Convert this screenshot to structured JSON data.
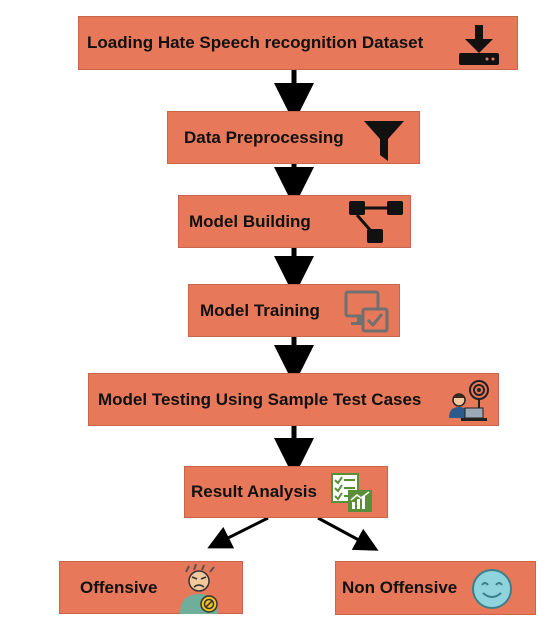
{
  "flowchart": {
    "steps": [
      {
        "label": "Loading Hate Speech recognition Dataset",
        "icon": "download-icon"
      },
      {
        "label": "Data Preprocessing",
        "icon": "funnel-icon"
      },
      {
        "label": "Model Building",
        "icon": "hierarchy-icon"
      },
      {
        "label": "Model Training",
        "icon": "monitor-check-icon"
      },
      {
        "label": "Model Testing Using Sample Test Cases",
        "icon": "person-laptop-icon"
      },
      {
        "label": "Result Analysis",
        "icon": "checklist-chart-icon"
      }
    ],
    "outcomes": [
      {
        "label": "Offensive",
        "icon": "angry-person-icon"
      },
      {
        "label": "Non Offensive",
        "icon": "smiley-icon"
      }
    ]
  },
  "colors": {
    "box_fill": "#e8785a",
    "box_border": "#c9654a",
    "arrow": "#000000",
    "text": "#111111",
    "icon_gray": "#707070",
    "icon_green": "#5a8f3a",
    "smiley_fill": "#8fd3dc"
  }
}
